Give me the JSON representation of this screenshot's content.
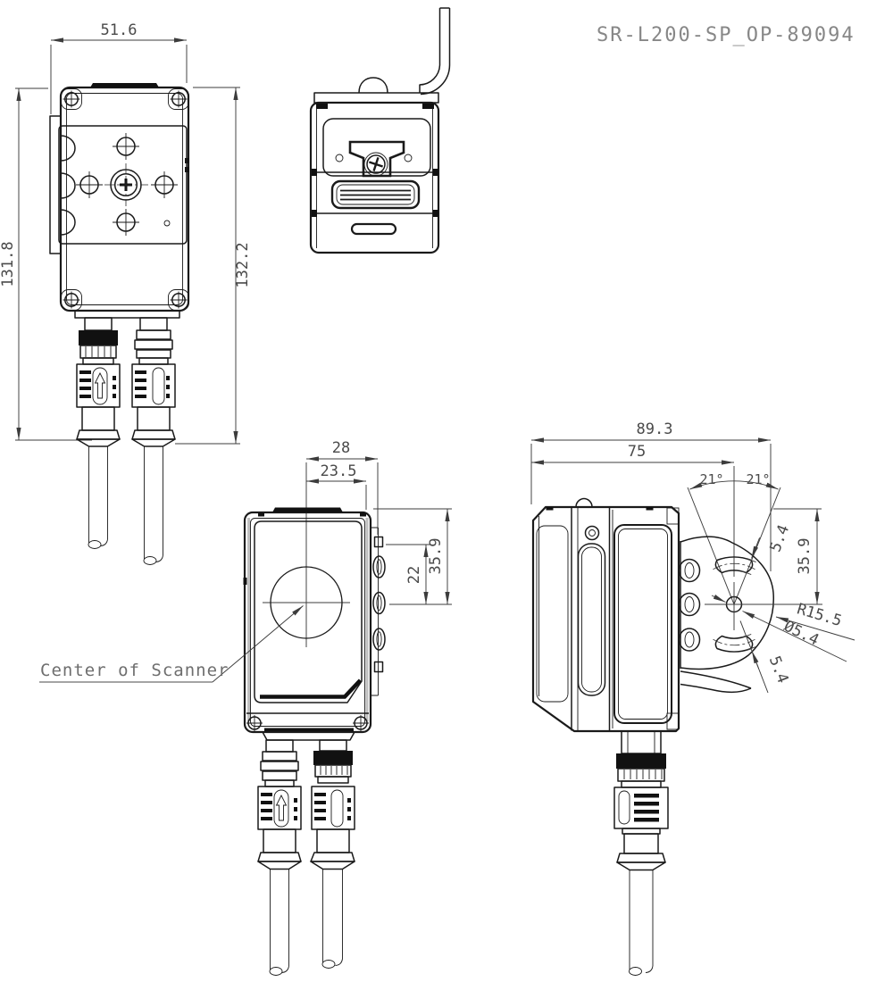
{
  "title": "SR-L200-SP_OP-89094",
  "colors": {
    "line": "#1a1a1a",
    "dimension": "#3c3c3c",
    "title_text": "#878787",
    "label_text": "#6e6e6e",
    "background": "#ffffff"
  },
  "rear_view": {
    "width": "51.6",
    "height_left": "131.8",
    "height_right": "132.2"
  },
  "front_view": {
    "width_center_to_tab": "28",
    "width_center_to_edge": "23.5",
    "height_top_to_center": "35.9",
    "height_tab_to_center": "22",
    "center_label": "Center of Scanner"
  },
  "side_view": {
    "depth_total": "89.3",
    "depth_to_pivot": "75",
    "angle_left": "21°",
    "angle_right": "21°",
    "slot_width_upper": "5.4",
    "height_top_to_pivot": "35.9",
    "slot_radius": "R15.5",
    "pivot_hole_dia": "Ø5.4",
    "slot_width_lower": "5.4"
  }
}
